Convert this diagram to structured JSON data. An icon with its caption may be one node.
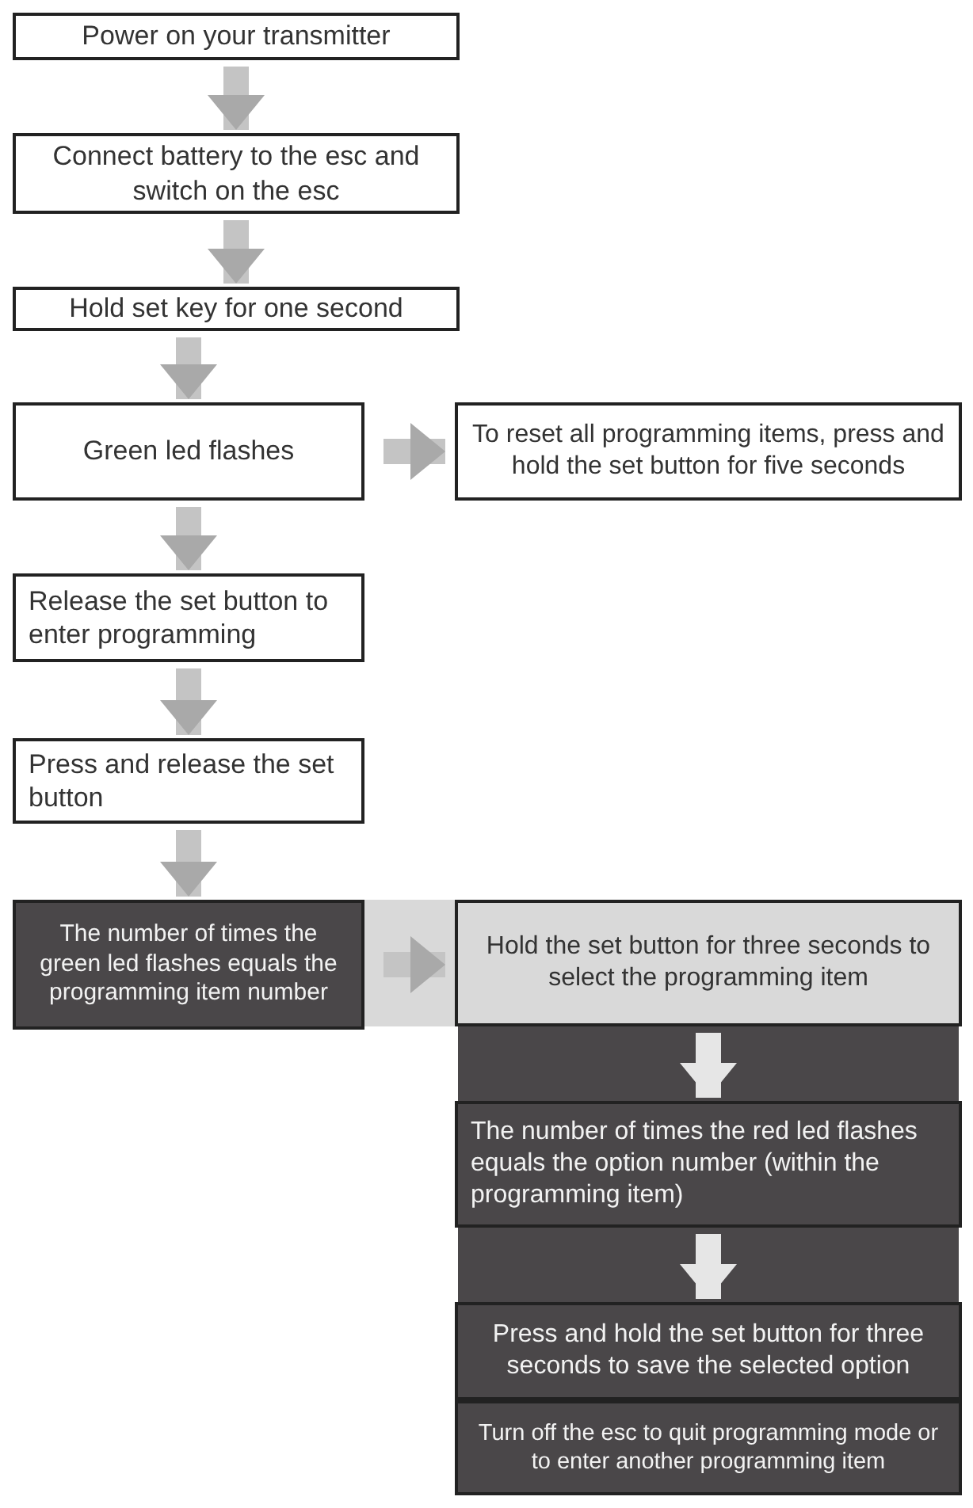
{
  "diagram": {
    "nodes": [
      {
        "text": [
          "Power on your transmitter"
        ]
      },
      {
        "text": [
          "Connect battery to the esc and switch on the esc"
        ]
      },
      {
        "text": [
          "Hold set key for one second"
        ]
      },
      {
        "text": [
          "Green led flashes"
        ]
      },
      {
        "text": [
          "To reset all programming items, press and hold the set button for five seconds"
        ]
      },
      {
        "text": [
          "Release the set button to enter programming"
        ]
      },
      {
        "text": [
          "Press and release the set button"
        ]
      },
      {
        "text": [
          "The number of times the green led flashes equals the programming item number"
        ]
      },
      {
        "text": [
          "Hold the set button for three seconds to select the programming item"
        ]
      },
      {
        "text": [
          "The number of times the red led flashes equals the option number (within the programming item)"
        ]
      },
      {
        "text": [
          "Press and hold the set button for three seconds to save the selected option"
        ]
      },
      {
        "text": [
          "Turn off the esc to quit programming mode or to enter another programming item"
        ]
      }
    ],
    "edges": [
      {
        "from": 0,
        "to": 1,
        "arrow": "to"
      },
      {
        "from": 1,
        "to": 2,
        "arrow": "to"
      },
      {
        "from": 2,
        "to": 3,
        "arrow": "to"
      },
      {
        "from": 3,
        "to": 4,
        "arrow": "to"
      },
      {
        "from": 3,
        "to": 5,
        "arrow": "to"
      },
      {
        "from": 5,
        "to": 6,
        "arrow": "to"
      },
      {
        "from": 6,
        "to": 7,
        "arrow": "to"
      },
      {
        "from": 7,
        "to": 8,
        "arrow": "to"
      },
      {
        "from": 8,
        "to": 9,
        "arrow": "to",
        "color": "#e6e6e6"
      },
      {
        "from": 9,
        "to": 10,
        "arrow": "to",
        "color": "#e6e6e6"
      }
    ]
  }
}
